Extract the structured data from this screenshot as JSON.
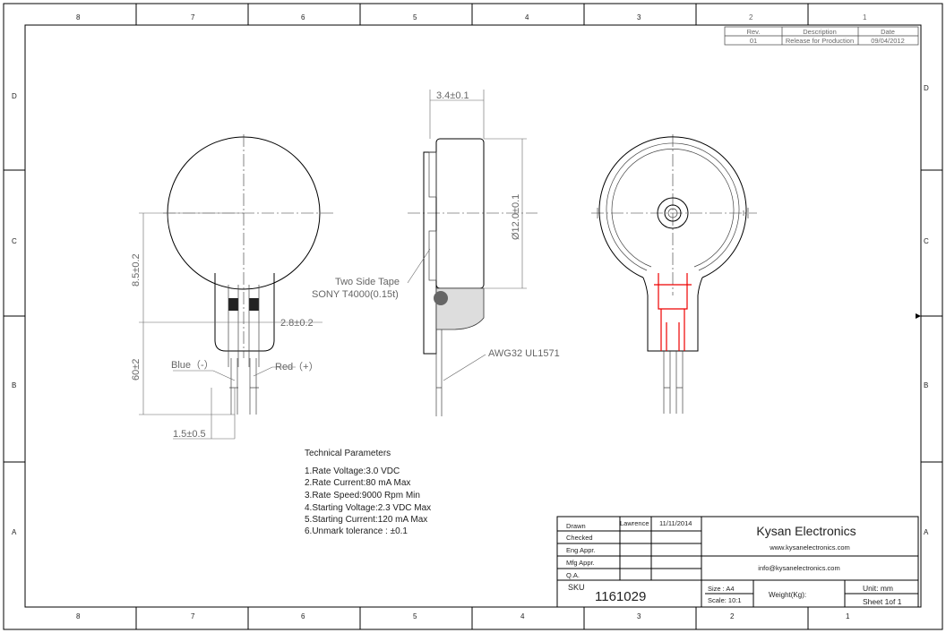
{
  "zones": {
    "columns": [
      "8",
      "7",
      "6",
      "5",
      "4",
      "3",
      "2",
      "1"
    ],
    "rows": [
      "D",
      "C",
      "B",
      "A"
    ]
  },
  "revision": {
    "headers": [
      "Rev.",
      "Description",
      "Date"
    ],
    "rows": [
      [
        "01",
        "Release for Production",
        "09/04/2012"
      ]
    ]
  },
  "dimensions": {
    "width_side": "3.4±0.1",
    "diameter": "Ø12.0±0.1",
    "height_tab": "8.5±0.2",
    "tab_width": "2.8±0.2",
    "lead_length": "60±2",
    "strip": "1.5±0.5"
  },
  "labels": {
    "blue": "Blue（-）",
    "red": "Red（+）",
    "tape_line1": "Two Side Tape",
    "tape_line2": "SONY T4000(0.15t)",
    "wire": "AWG32  UL1571"
  },
  "technical": {
    "title": "Technical Parameters",
    "items": [
      "1.Rate Voltage:3.0 VDC",
      "2.Rate Current:80 mA  Max",
      "3.Rate Speed:9000 Rpm Min",
      "4.Starting Voltage:2.3 VDC Max",
      "5.Starting Current:120 mA Max",
      "6.Unmark tolerance : ±0.1"
    ]
  },
  "title_block": {
    "roles": [
      "Drawn",
      "Checked",
      "Eng Appr.",
      "Mfg Appr.",
      "Q.A."
    ],
    "drawn_by": "Lawrence",
    "drawn_date": "11/11/2014",
    "company": "Kysan Electronics",
    "website": "www.kysanelectronics.com",
    "email": "info@kysanelectronics.com",
    "sku_label": "SKU",
    "sku": "1161029",
    "size": "Size : A4",
    "scale": "Scale: 10:1",
    "weight": "Weight(Kg):",
    "unit": "Unit: mm",
    "sheet": "Sheet 1of 1"
  }
}
